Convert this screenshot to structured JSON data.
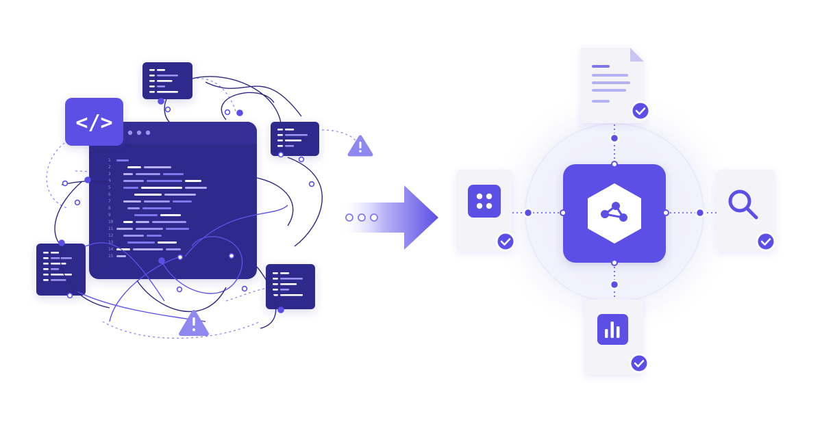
{
  "colors": {
    "primary": "#5b4fe6",
    "dark_panel": "#2f2a8c",
    "deep_panel": "#24206e",
    "light_card": "#f3f3f8",
    "wire": "#2d2780",
    "accent_light": "#8f88f0",
    "halo": "#eeeefa",
    "check": "#5b4fe6"
  },
  "left_cluster": {
    "code_window": {
      "window_dots": 3,
      "line_numbers": [
        "1",
        "2",
        "3",
        "4",
        "5",
        "6",
        "7",
        "8",
        "9",
        "10",
        "11",
        "12",
        "13",
        "14",
        "15"
      ]
    },
    "code_tag_icon": "</>",
    "snippet_cards": 4,
    "warning_icons": 2
  },
  "transition": {
    "dots": 3,
    "arrow_icon": "arrow-right-icon"
  },
  "right_cluster": {
    "hub_icon": "hexagon-network-icon",
    "cards": [
      {
        "id": "top",
        "icon": "document-icon",
        "status": "check-icon"
      },
      {
        "id": "left",
        "icon": "grid-apps-icon",
        "status": "check-icon"
      },
      {
        "id": "right",
        "icon": "search-icon",
        "status": "check-icon"
      },
      {
        "id": "bottom",
        "icon": "bar-chart-icon",
        "status": "check-icon"
      }
    ]
  }
}
